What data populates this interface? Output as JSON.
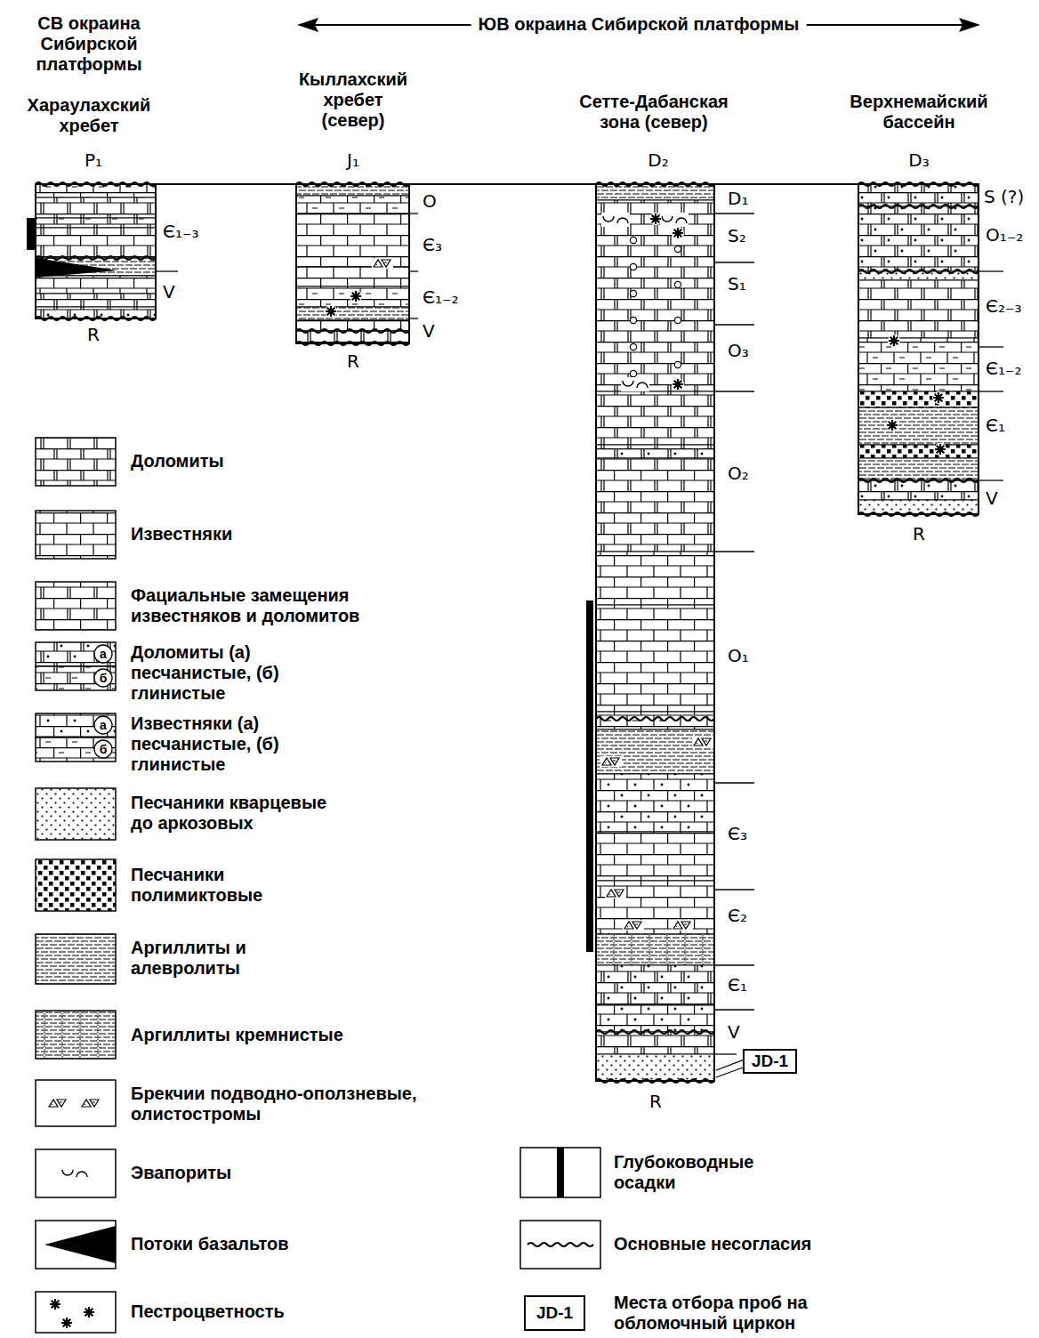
{
  "diagram": {
    "nodes": [
      {
        "text": [
          "JD-1"
        ]
      },
      {
        "text": [
          "JD-1"
        ]
      }
    ],
    "labels": [
      "СВ окраина Сибирской платформы",
      "ЮВ окраина Сибирской платформы",
      "Хараулахский хребет",
      "Кыллахский хребет (север)",
      "Сетте-Дабанская зона (север)",
      "Верхнемайский бассейн",
      "P₁",
      "J₁",
      "D₂",
      "D₃",
      "Є₁₋₃",
      "V",
      "R",
      "O",
      "Є₃",
      "Є₁₋₂",
      "V",
      "R",
      "D₁",
      "S₂",
      "S₁",
      "O₃",
      "O₂",
      "O₁",
      "Є₃",
      "Є₂",
      "Є₁",
      "V",
      "R",
      "S (?)",
      "O₁₋₂",
      "Є₂₋₃",
      "Є₁₋₂",
      "Є₁",
      "V",
      "R",
      "а",
      "б",
      "а",
      "б"
    ],
    "legend": [
      {
        "text": "Доломиты"
      },
      {
        "text": "Известняки"
      },
      {
        "text": "Фациальные замещения известняков и доломитов"
      },
      {
        "text": "Доломиты (а) песчанистые, (б) глинистые"
      },
      {
        "text": "Известняки (а) песчанистые, (б) глинистые"
      },
      {
        "text": "Песчаники кварцевые до аркозовых"
      },
      {
        "text": "Песчаники полимиктовые"
      },
      {
        "text": "Аргиллиты и алевролиты"
      },
      {
        "text": "Аргиллиты кремнистые"
      },
      {
        "text": "Брекчии подводно-оползневые, олистостромы"
      },
      {
        "text": "Эвапориты"
      },
      {
        "text": "Потоки базальтов"
      },
      {
        "text": "Пестроцветность"
      },
      {
        "text": "Глубоководные осадки"
      },
      {
        "text": "Основные несогласия"
      },
      {
        "text": "Места отбора проб на обломочный циркон"
      }
    ]
  }
}
